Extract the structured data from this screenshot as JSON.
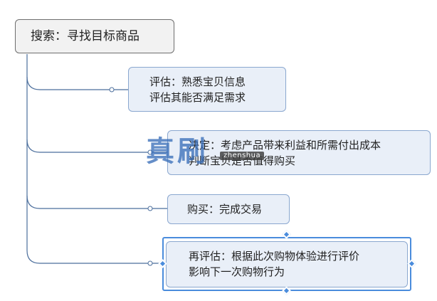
{
  "root": {
    "label": "搜索：寻找目标商品"
  },
  "children": [
    {
      "lines": [
        "评估：熟悉宝贝信息",
        "评估其能否满足需求"
      ]
    },
    {
      "lines": [
        "决定：考虑产品带来利益和所需付出成本",
        "判断宝贝是否值得购买"
      ]
    },
    {
      "lines": [
        "购买：完成交易"
      ]
    },
    {
      "lines": [
        "再评估：根据此次购物体验进行评价",
        "影响下一次购物行为"
      ]
    }
  ],
  "watermark": {
    "text": "真刷",
    "subtext": "zhenshua"
  },
  "colors": {
    "connector": "#4b6e9c",
    "node_fill": "#e9eff8",
    "node_border": "#8aa7cf",
    "selection": "#4a8cdc"
  }
}
